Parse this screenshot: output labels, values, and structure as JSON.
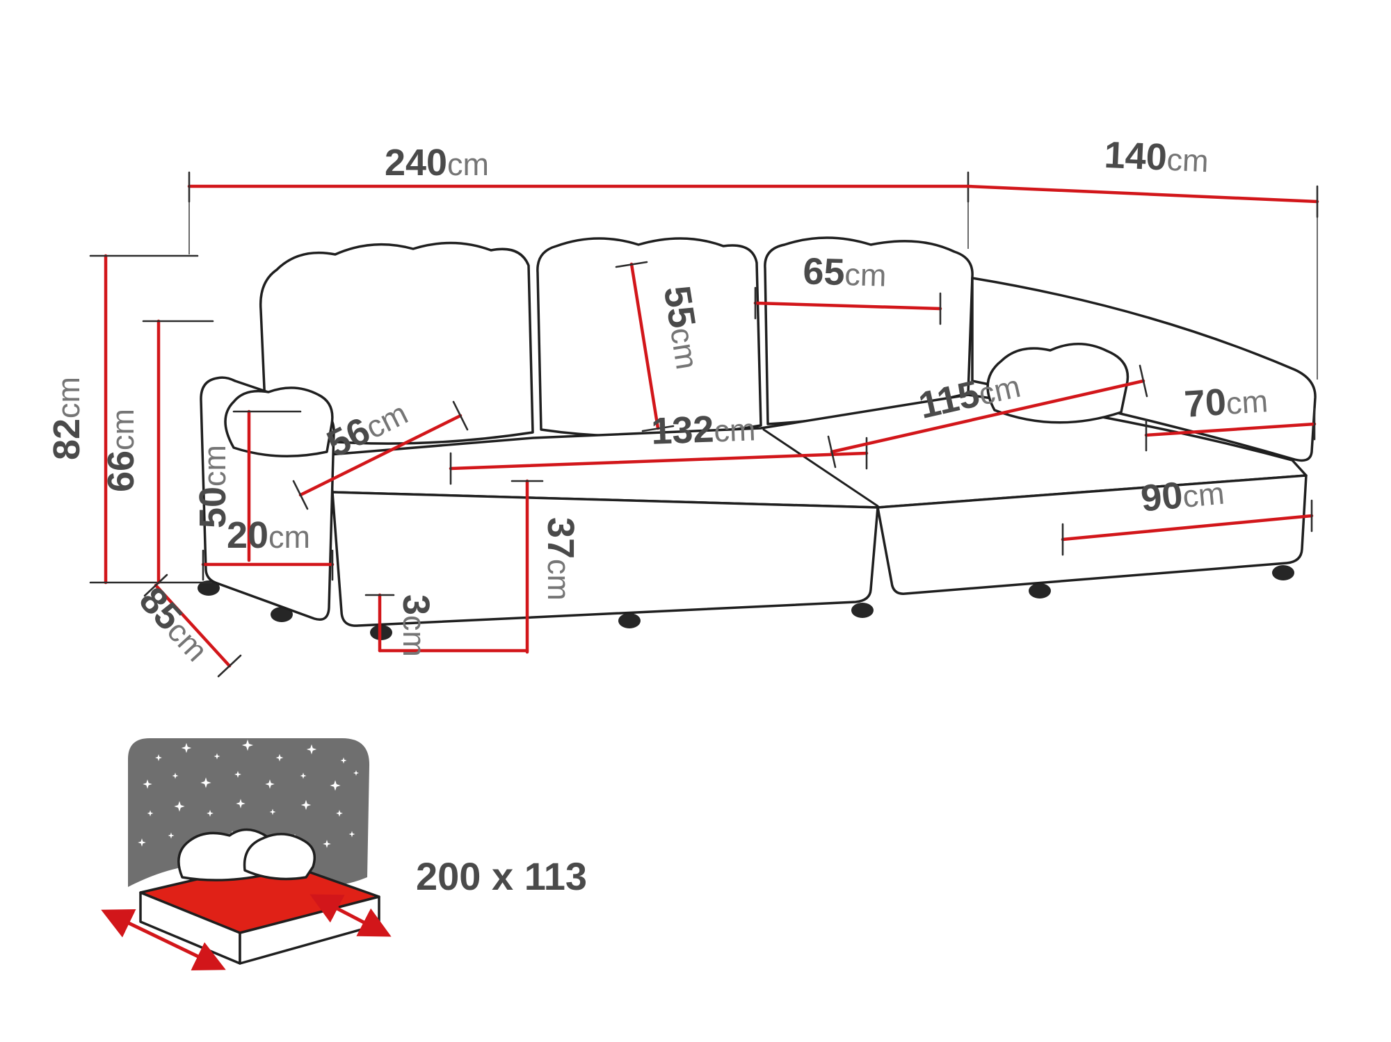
{
  "diagram": {
    "subject": "corner-sofa-bed-dimension-diagram",
    "unit": "cm",
    "dimensions": {
      "total_width": {
        "value": "240",
        "unit": "cm"
      },
      "corner_depth": {
        "value": "140",
        "unit": "cm"
      },
      "total_height": {
        "value": "82",
        "unit": "cm"
      },
      "back_height": {
        "value": "66",
        "unit": "cm"
      },
      "armrest_height": {
        "value": "50",
        "unit": "cm"
      },
      "armrest_width": {
        "value": "20",
        "unit": "cm"
      },
      "side_depth": {
        "value": "85",
        "unit": "cm"
      },
      "seat_depth": {
        "value": "56",
        "unit": "cm"
      },
      "cushion_height": {
        "value": "55",
        "unit": "cm"
      },
      "cushion_width": {
        "value": "65",
        "unit": "cm"
      },
      "seat_length": {
        "value": "132",
        "unit": "cm"
      },
      "seat_height": {
        "value": "37",
        "unit": "cm"
      },
      "leg_height": {
        "value": "3",
        "unit": "cm"
      },
      "chaise_length": {
        "value": "115",
        "unit": "cm"
      },
      "chaise_width": {
        "value": "70",
        "unit": "cm"
      },
      "chaise_side": {
        "value": "90",
        "unit": "cm"
      }
    },
    "sleeping_area": {
      "label": "200 x 113"
    }
  },
  "colors": {
    "dimension": "#d2161a",
    "outline": "#1f1f1f",
    "label_number": "#4a4a4a",
    "label_unit": "#757575",
    "icon_background": "#6f6f6f",
    "mattress": "#e02117"
  }
}
